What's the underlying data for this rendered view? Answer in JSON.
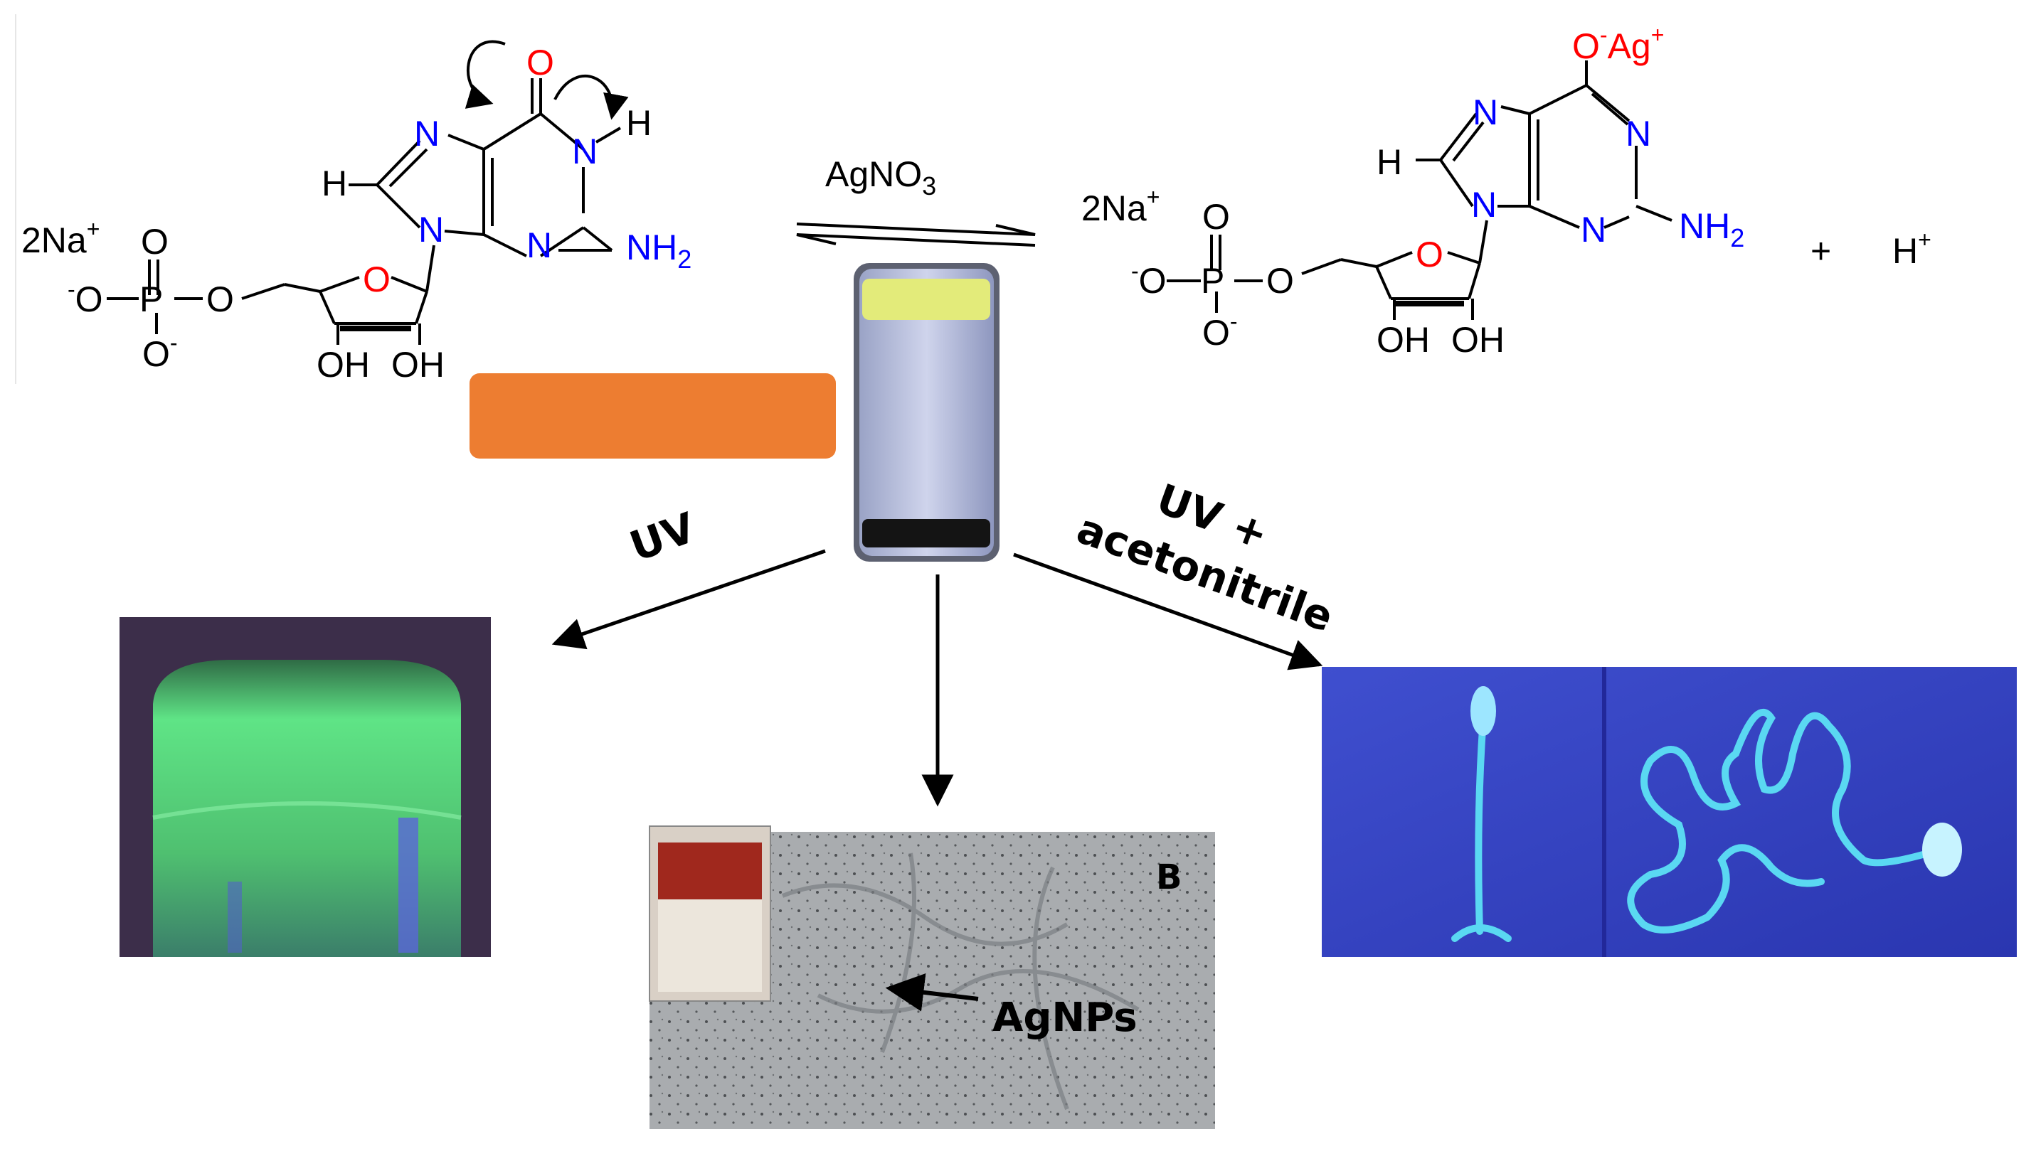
{
  "reactant": {
    "counter_ion": "2Na",
    "counter_ion_charge": "+",
    "phosphate": {
      "p": "P",
      "o_top": "O",
      "o_left": "O",
      "o_left_charge": "-",
      "o_bottom": "O",
      "o_bottom_charge": "-",
      "o_ester": "O"
    },
    "ring_oxygen": "O",
    "hydroxyl_left": "OH",
    "hydroxyl_right": "OH",
    "carbonyl_o": "O",
    "n7": "N",
    "n9": "N",
    "n3": "N",
    "n1": "N",
    "n1_h": "H",
    "c8_h": "H",
    "amine": "NH",
    "amine_sub": "2"
  },
  "reagent": {
    "base": "AgNO",
    "sub": "3"
  },
  "product": {
    "counter_ion": "2Na",
    "counter_ion_charge": "+",
    "phosphate": {
      "p": "P",
      "o_top": "O",
      "o_left": "O",
      "o_left_charge": "-",
      "o_bottom": "O",
      "o_bottom_charge": "-",
      "o_ester": "O"
    },
    "ring_oxygen": "O",
    "hydroxyl_left": "OH",
    "hydroxyl_right": "OH",
    "o_minus": "O",
    "o_minus_charge": "-",
    "silver": "Ag",
    "silver_charge": "+",
    "n7": "N",
    "n9": "N",
    "n3": "N",
    "n1": "N",
    "c8_h": "H",
    "amine": "NH",
    "amine_sub": "2"
  },
  "byproduct": {
    "plus": "+",
    "proton": "H",
    "proton_charge": "+"
  },
  "labels": {
    "uv": "UV",
    "uv_acetonitrile_line1": "UV +",
    "uv_acetonitrile_line2": "acetonitrile",
    "panel_letter": "B",
    "agnps": "AgNPs"
  },
  "colors": {
    "oxygen": "#ff0000",
    "nitrogen": "#0000ff",
    "carbon": "#000000",
    "highlight_box": "#ed7d31",
    "green_glow": "#55e07a",
    "blue_glow": "#3a44c8"
  }
}
